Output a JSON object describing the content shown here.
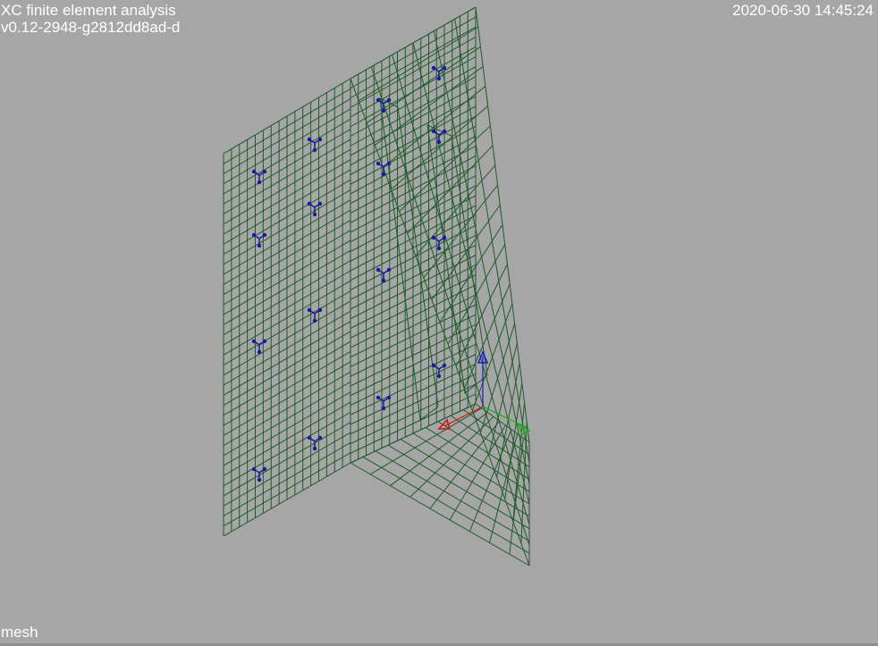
{
  "header": {
    "app_title": "XC finite element analysis",
    "version": "v0.12-2948-g2812dd8ad-d",
    "timestamp": "2020-06-30 14:45:24"
  },
  "footer": {
    "caption": "mesh"
  },
  "colors": {
    "background": "#a6a6a6",
    "mesh": "#1f5a2a",
    "support_marker": "#1a1aa0",
    "axis_x": "#d01010",
    "axis_y": "#10b010",
    "axis_z": "#1a1ad0",
    "overlay_text": "#ffffff"
  },
  "icons": {
    "support": "fixed-support-tripod-icon",
    "axes": "xyz-axes-triad-icon"
  }
}
